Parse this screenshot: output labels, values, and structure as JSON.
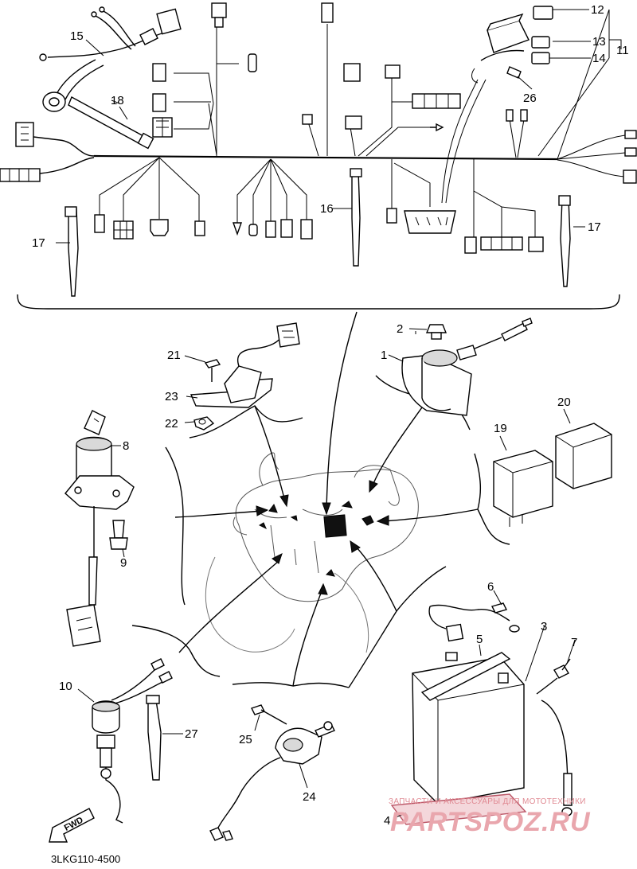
{
  "diagram": {
    "code": "3LKG110-4500",
    "fwd_label": "FWD",
    "watermark": {
      "line1": "ЗАПЧАСТИ И АКСЕССУАРЫ ДЛЯ МОТОТЕХНИКИ",
      "line2": "PARTSPOZ.RU"
    },
    "callouts": {
      "c1": "1",
      "c2": "2",
      "c3": "3",
      "c4": "4",
      "c5": "5",
      "c6": "6",
      "c7": "7",
      "c8": "8",
      "c9": "9",
      "c10": "10",
      "c11": "11",
      "c12": "12",
      "c13": "13",
      "c14": "14",
      "c15": "15",
      "c16": "16",
      "c17a": "17",
      "c17b": "17",
      "c18": "18",
      "c19": "19",
      "c20": "20",
      "c21": "21",
      "c22": "22",
      "c23": "23",
      "c24": "24",
      "c25": "25",
      "c26": "26",
      "c27": "27"
    }
  }
}
